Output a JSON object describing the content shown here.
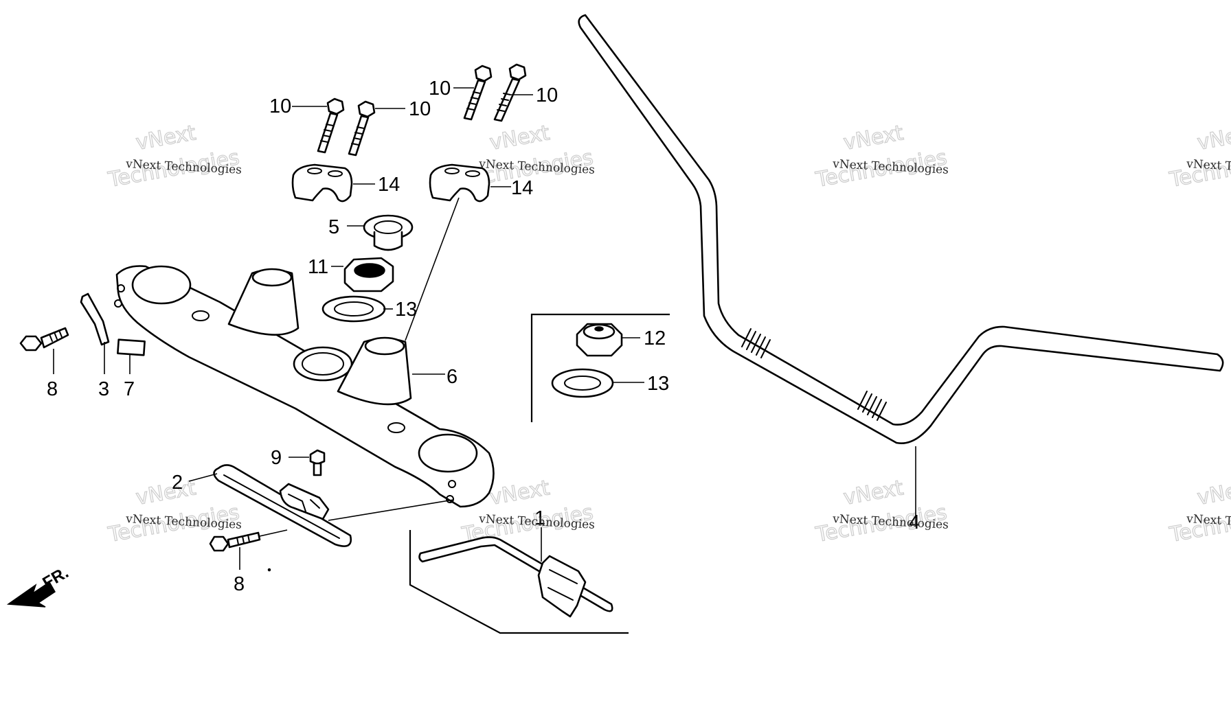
{
  "diagram": {
    "callouts": [
      "1",
      "2",
      "3",
      "4",
      "5",
      "6",
      "7",
      "8",
      "8",
      "9",
      "10",
      "10",
      "10",
      "10",
      "11",
      "12",
      "13",
      "13",
      "14",
      "14"
    ],
    "front_arrow_label": "FR."
  },
  "watermark": {
    "small": "vNext Technologies",
    "big_line1": "vNext",
    "big_line2": "Technologies"
  },
  "colors": {
    "ink": "#000000",
    "paper": "#ffffff",
    "watermark": "#cfcfcf"
  }
}
